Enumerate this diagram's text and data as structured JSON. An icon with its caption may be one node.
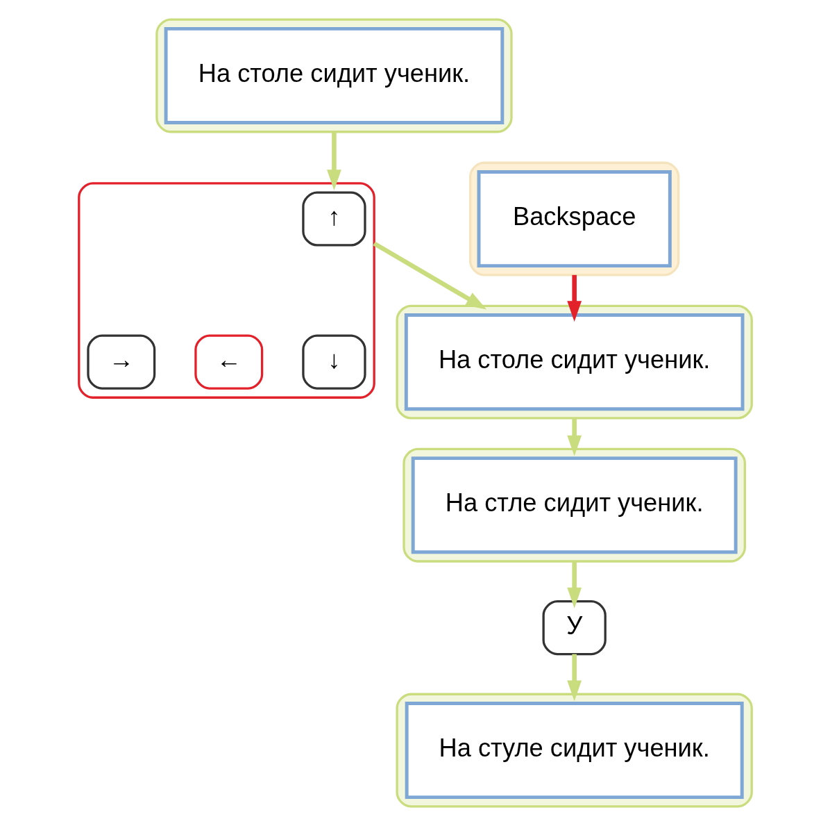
{
  "diagram": {
    "nodes": [
      {
        "text": [],
        "shape": "ellipse"
      },
      {
        "text": [
          "На столе сидит ученик."
        ],
        "in": 0
      },
      {
        "text": [],
        "shape": "ellipse"
      },
      {
        "text": [
          "↑"
        ],
        "in": 2
      },
      {
        "text": [
          "←"
        ],
        "in": 2
      },
      {
        "text": [
          "↓"
        ],
        "in": 2
      },
      {
        "text": [
          "→"
        ],
        "in": 2
      },
      {
        "text": [],
        "shape": "ellipse"
      },
      {
        "text": [
          "На столе сидит ученик."
        ],
        "in": 7
      },
      {
        "text": [],
        "shape": "ellipse"
      },
      {
        "text": [
          "На стле сидит ученик."
        ],
        "in": 9
      },
      {
        "text": [],
        "shape": "box"
      },
      {
        "text": [
          "Backspace"
        ],
        "in": 11
      },
      {
        "text": [
          "У"
        ]
      },
      {
        "text": [],
        "shape": "ellipse"
      },
      {
        "text": [
          "На стуле сидит ученик."
        ],
        "in": 14
      }
    ],
    "edges": [
      {
        "from": 0,
        "to": 2,
        "arrow": "to"
      },
      {
        "from": 2,
        "to": 7,
        "arrow": "to"
      },
      {
        "from": 7,
        "to": 9,
        "arrow": "to"
      },
      {
        "from": 11,
        "to": 8,
        "arrow": "to",
        "color": "#e3212b"
      },
      {
        "from": 9,
        "to": 13,
        "arrow": "to"
      },
      {
        "from": 13,
        "to": 14,
        "arrow": "to"
      }
    ]
  }
}
